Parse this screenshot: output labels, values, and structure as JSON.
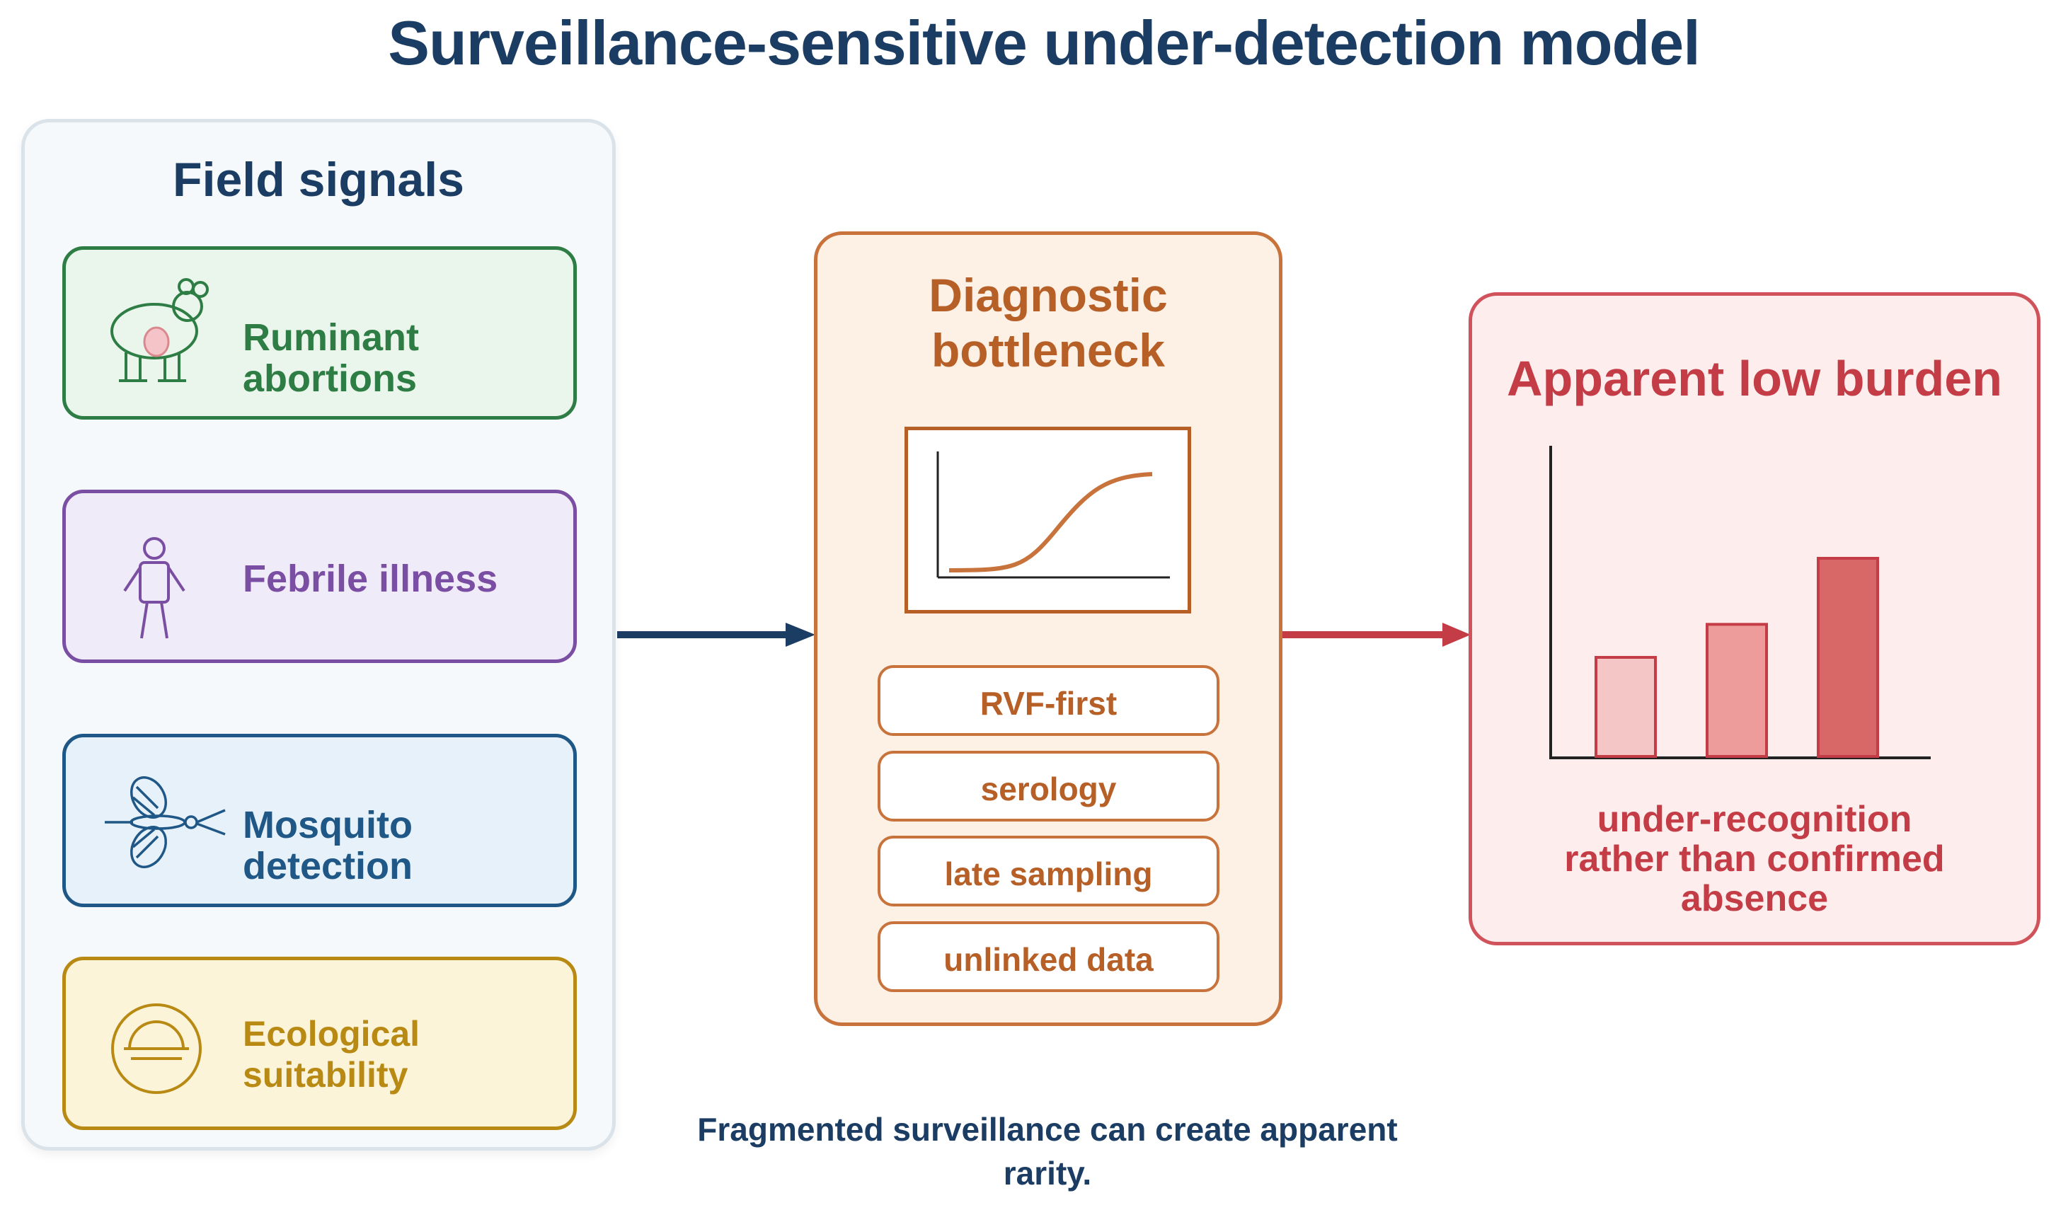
{
  "title": "Surveillance-sensitive under-detection model",
  "field_signals": {
    "heading": "Field signals",
    "cards": [
      {
        "label_line1": "Ruminant",
        "label_line2": "abortions",
        "icon": "ruminant-icon",
        "color": "#2e7d44"
      },
      {
        "label_line1": "Febrile illness",
        "label_line2": "",
        "icon": "person-icon",
        "color": "#7a4ea3"
      },
      {
        "label_line1": "Mosquito",
        "label_line2": "detection",
        "icon": "mosquito-icon",
        "color": "#1f5786"
      },
      {
        "label_line1": "Ecological",
        "label_line2": "suitability",
        "icon": "ecology-icon",
        "color": "#b88a14"
      }
    ]
  },
  "bottleneck": {
    "heading_line1": "Diagnostic",
    "heading_line2": "bottleneck",
    "icon": "sigmoid-curve-icon",
    "items": [
      "RVF-first",
      "serology",
      "late sampling",
      "unlinked data"
    ],
    "color": "#b65f27"
  },
  "outcome": {
    "heading": "Apparent low burden",
    "caption_line1": "under-recognition",
    "caption_line2": "rather than confirmed",
    "caption_line3": "absence",
    "chart_data": {
      "type": "bar",
      "categories": [
        "",
        "",
        ""
      ],
      "values": [
        3,
        4,
        6
      ],
      "colors": [
        "#f5c6c6",
        "#ee9b9b",
        "#d86868"
      ]
    },
    "color": "#c43c45"
  },
  "footer": {
    "line1": "Fragmented surveillance can create apparent",
    "line2": "rarity."
  },
  "colors": {
    "arrow_left": "#1c3d63",
    "arrow_right": "#c43c45"
  }
}
